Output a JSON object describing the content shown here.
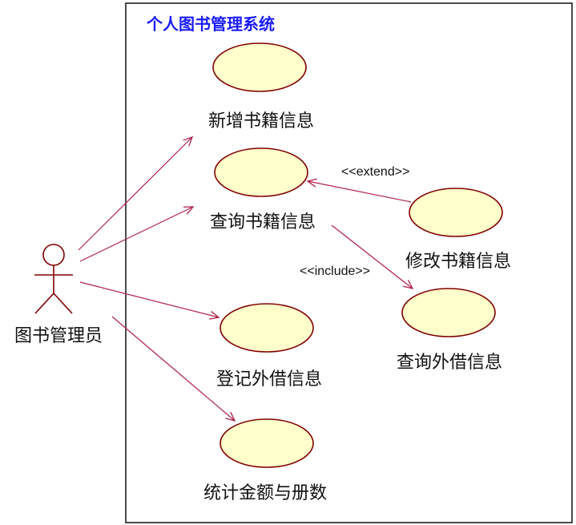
{
  "system": {
    "title": "个人图书管理系统"
  },
  "actor": {
    "label": "图书管理员",
    "icon": "stick-figure-actor-icon"
  },
  "use_cases": {
    "add_book": "新增书籍信息",
    "query_book": "查询书籍信息",
    "modify_book": "修改书籍信息",
    "register_loan": "登记外借信息",
    "query_loan": "查询外借信息",
    "statistics": "统计金额与册数"
  },
  "relations": {
    "extend": "<<extend>>",
    "include": "<<include>>"
  },
  "colors": {
    "system_title": "#1a1aff",
    "use_case_fill": "#ffffcc",
    "use_case_stroke": "#800000",
    "line": "#b0204a"
  }
}
